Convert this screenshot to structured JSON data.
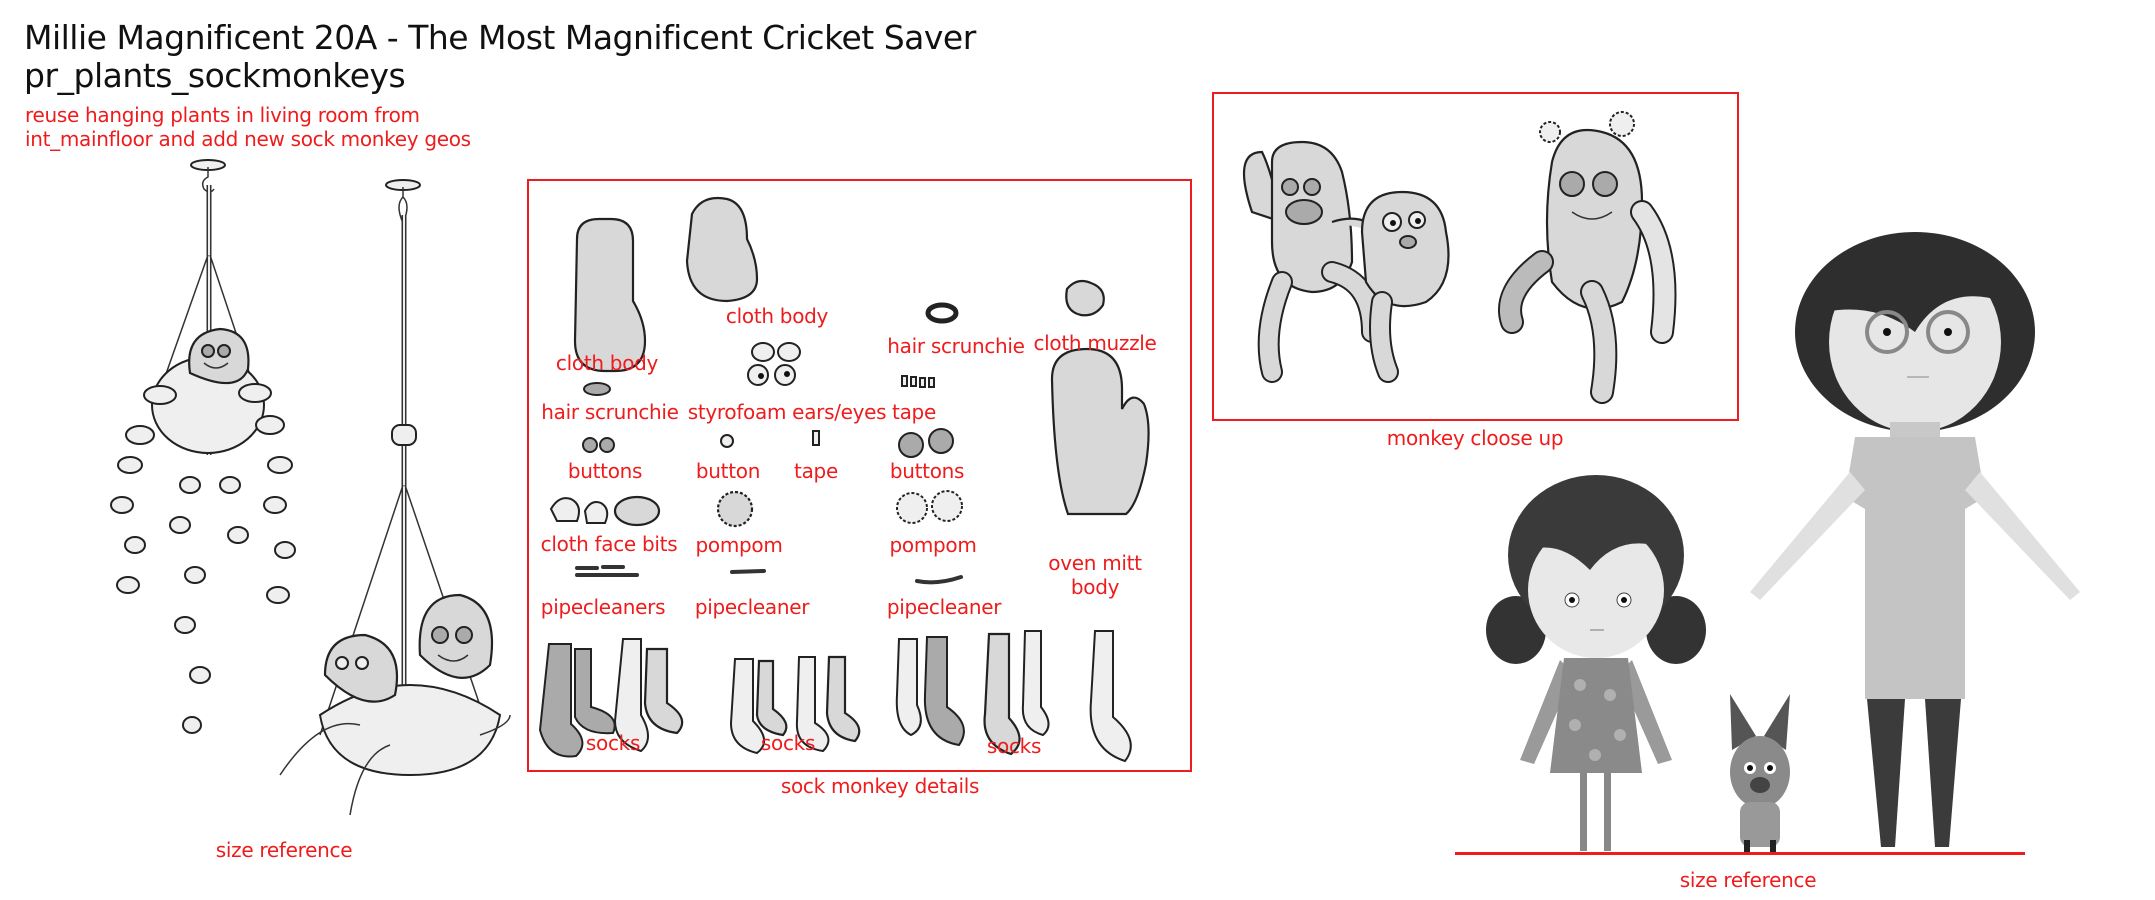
{
  "header": {
    "title": "Millie Magnificent 20A - The Most Magnificent Cricket Saver",
    "asset_name": "pr_plants_sockmonkeys",
    "note_lines": [
      "reuse hanging plants in living room from",
      "int_mainfloor and add new sock monkey geos"
    ]
  },
  "hanging_plants": {
    "caption": "size reference",
    "items": [
      "hanging-plant-trailing-leaves-with-sock-monkey",
      "hanging-plant-broad-leaves-with-two-sock-monkeys"
    ]
  },
  "sock_monkey_details": {
    "caption": "sock monkey details",
    "labels": {
      "cloth_body_1": "cloth body",
      "cloth_body_2": "cloth body",
      "hair_scrunchie_1": "hair scrunchie",
      "hair_scrunchie_2": "hair scrunchie",
      "cloth_muzzle": "cloth muzzle",
      "styrofoam": "styrofoam ears/eyes",
      "tape_1": "tape",
      "tape_2": "tape",
      "buttons_1": "buttons",
      "button": "button",
      "buttons_2": "buttons",
      "cloth_face_bits": "cloth face bits",
      "pompom_1": "pompom",
      "pompom_2": "pompom",
      "oven_mitt_line1": "oven mitt",
      "oven_mitt_line2": "body",
      "pipecleaners": "pipecleaners",
      "pipecleaner_1": "pipecleaner",
      "pipecleaner_2": "pipecleaner",
      "socks_1": "socks",
      "socks_2": "socks",
      "socks_3": "socks"
    }
  },
  "monkey_closeup": {
    "caption": "monkey cloose up"
  },
  "characters": {
    "caption": "size reference",
    "items": [
      "girl-with-pigtails",
      "small-dog",
      "woman-with-glasses"
    ]
  },
  "colors": {
    "annotation_red": "#ee1c1c",
    "title_black": "#111111",
    "fill_gray": "#d8d8d8"
  }
}
